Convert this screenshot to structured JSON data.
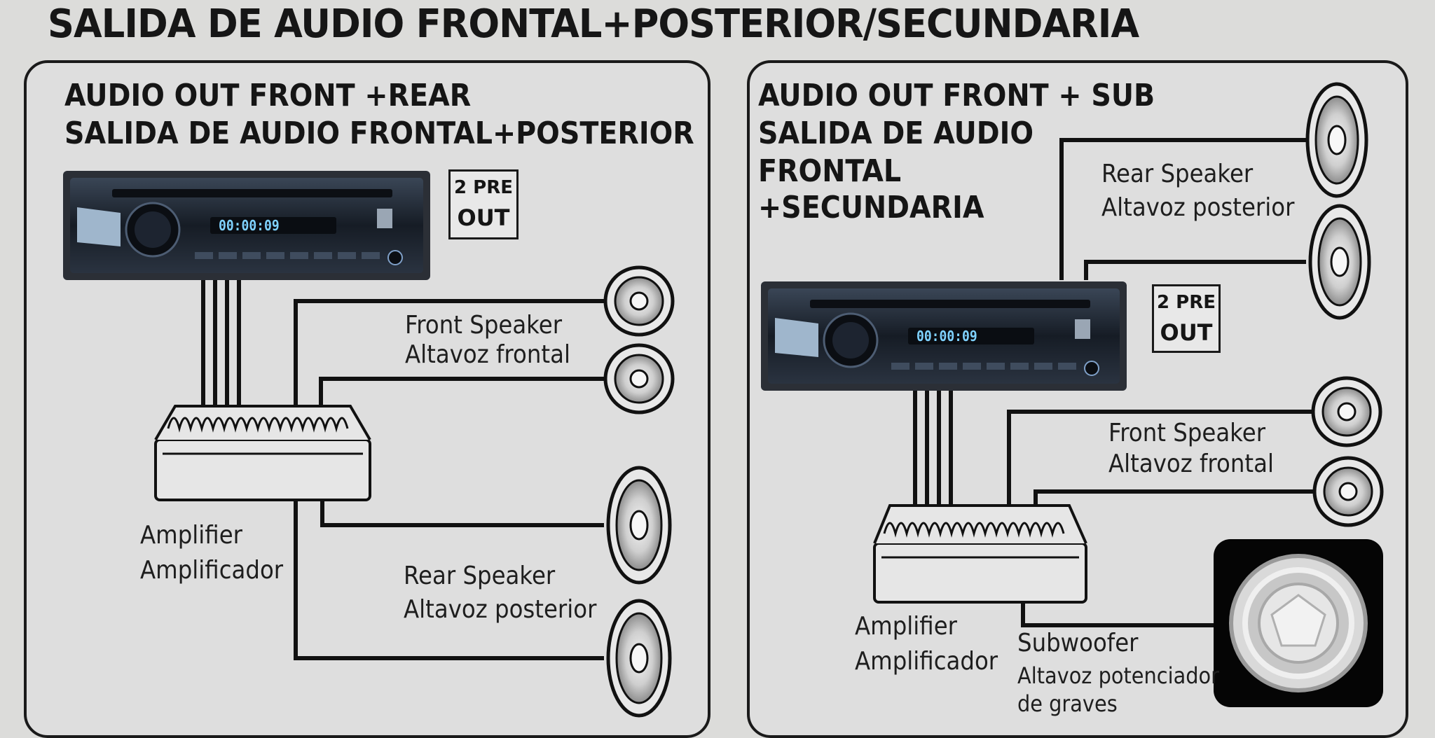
{
  "title": "SALIDA DE AUDIO FRONTAL+POSTERIOR/SECUNDARIA",
  "left_panel": {
    "heading_line1": "AUDIO OUT FRONT +REAR",
    "heading_line2": "SALIDA  DE AUDIO FRONTAL+POSTERIOR",
    "badge_line1": "2 PRE",
    "badge_line2": "OUT",
    "front_speaker_en": "Front Speaker",
    "front_speaker_es": "Altavoz frontal",
    "rear_speaker_en": "Rear Speaker",
    "rear_speaker_es": "Altavoz posterior",
    "amplifier_en": "Amplifier",
    "amplifier_es": "Amplificador",
    "radio_display": "00:00:09"
  },
  "right_panel": {
    "heading_line1": "AUDIO OUT FRONT + SUB",
    "heading_line2": "SALIDA DE AUDIO",
    "heading_line3": "FRONTAL",
    "heading_line4": "+SECUNDARIA",
    "badge_line1": "2 PRE",
    "badge_line2": "OUT",
    "rear_speaker_en": "Rear Speaker",
    "rear_speaker_es": "Altavoz posterior",
    "front_speaker_en": "Front Speaker",
    "front_speaker_es": "Altavoz  frontal",
    "amplifier_en": "Amplifier",
    "amplifier_es": "Amplificador",
    "subwoofer_en": "Subwoofer",
    "subwoofer_es_line1": "Altavoz potenciador",
    "subwoofer_es_line2": "de graves",
    "radio_display": "00:00:09"
  },
  "colors": {
    "background": "#dcdcda",
    "line": "#111111",
    "radio_body": "#1f2631",
    "display_blue": "#7fd2ff",
    "display_orange": "#ffb347"
  }
}
